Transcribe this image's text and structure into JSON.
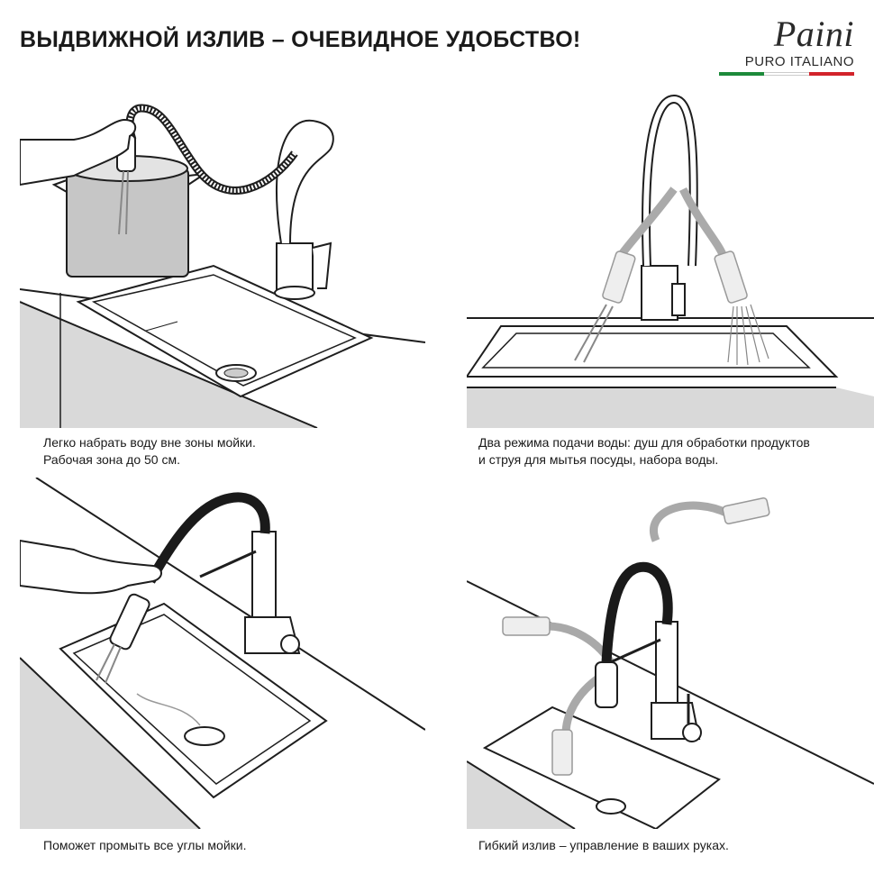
{
  "header": {
    "title": "ВЫДВИЖНОЙ ИЗЛИВ – ОЧЕВИДНОЕ УДОБСТВО!",
    "brand": {
      "name": "Paini",
      "tagline": "PURO ITALIANO",
      "flag_colors": [
        "#1d8a3a",
        "#ffffff",
        "#d2232a"
      ]
    }
  },
  "panels": [
    {
      "caption_lines": [
        "Легко набрать воду вне зоны  мойки.",
        "Рабочая зона до 50 см."
      ]
    },
    {
      "caption_lines": [
        "Два режима подачи воды: душ для обработки продуктов",
        "и струя для мытья посуды, набора воды."
      ]
    },
    {
      "caption_lines": [
        "Поможет промыть все углы мойки."
      ]
    },
    {
      "caption_lines": [
        "Гибкий излив – управление в ваших руках."
      ]
    }
  ],
  "colors": {
    "line": "#1e1e1e",
    "cabinet": "#d9d9d9",
    "pot": "#c6c6c6",
    "hose_dark": "#1a1a1a",
    "hose_grey": "#a9a9a9"
  }
}
